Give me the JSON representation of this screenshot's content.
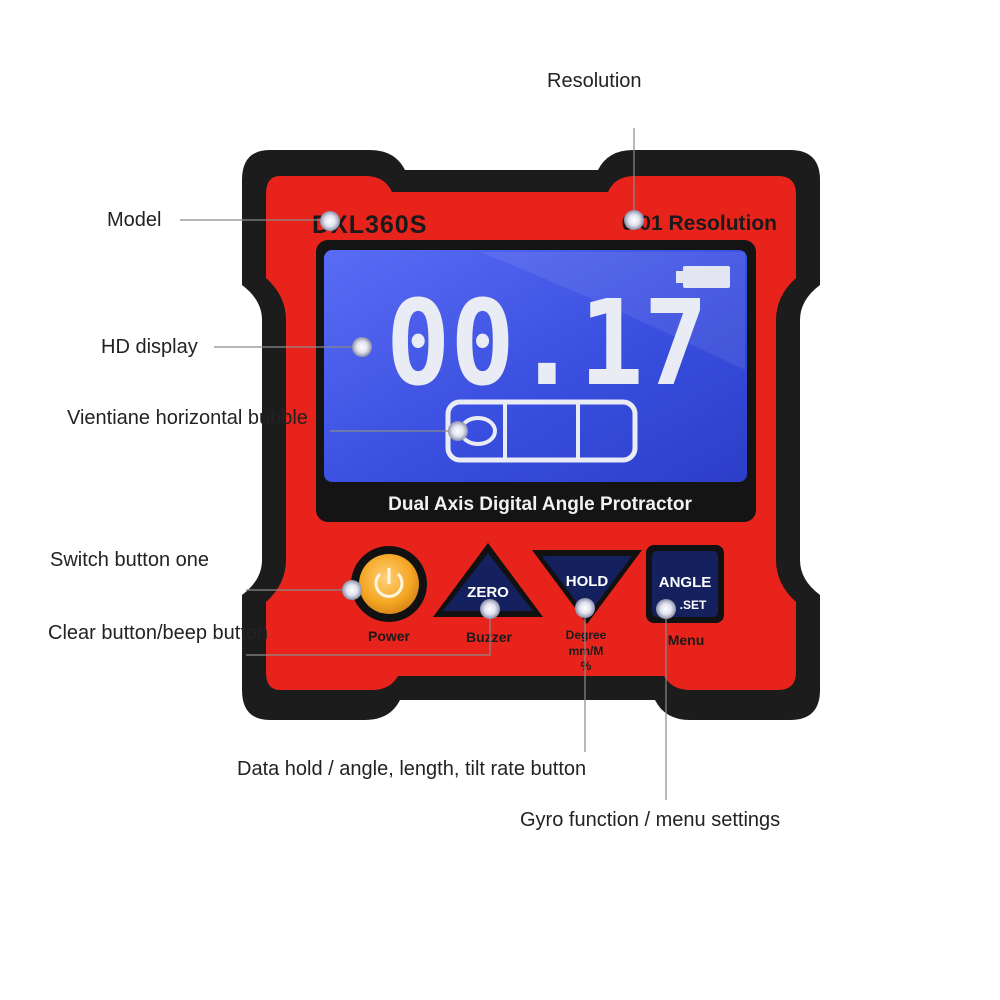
{
  "device": {
    "model": "DXL360S",
    "resolution_text": "0.01 Resolution",
    "reading": "00.17",
    "banner": "Dual Axis Digital Angle Protractor",
    "buttons": {
      "power_label": "Power",
      "zero_label": "ZERO",
      "buzzer_label": "Buzzer",
      "hold_label": "HOLD",
      "hold_sub1": "Degree",
      "hold_sub2": "mm/M",
      "hold_sub3": "%",
      "angle_label": "ANGLE",
      "set_label": ".SET",
      "menu_label": "Menu"
    }
  },
  "callouts": {
    "resolution": "Resolution",
    "model": "Model",
    "hd_display": "HD display",
    "bubble": "Vientiane horizontal bubble",
    "switch": "Switch button one",
    "clear": "Clear button/beep button",
    "data_hold": "Data hold / angle, length, tilt rate button",
    "gyro": "Gyro function / menu settings"
  },
  "colors": {
    "body_red": "#e8231b",
    "frame_black": "#1c1c1c",
    "screen_blue": "#3a4fe0",
    "lcd_digits": "#e9ecf5",
    "power_orange": "#f5a623",
    "button_navy": "#15205e"
  }
}
